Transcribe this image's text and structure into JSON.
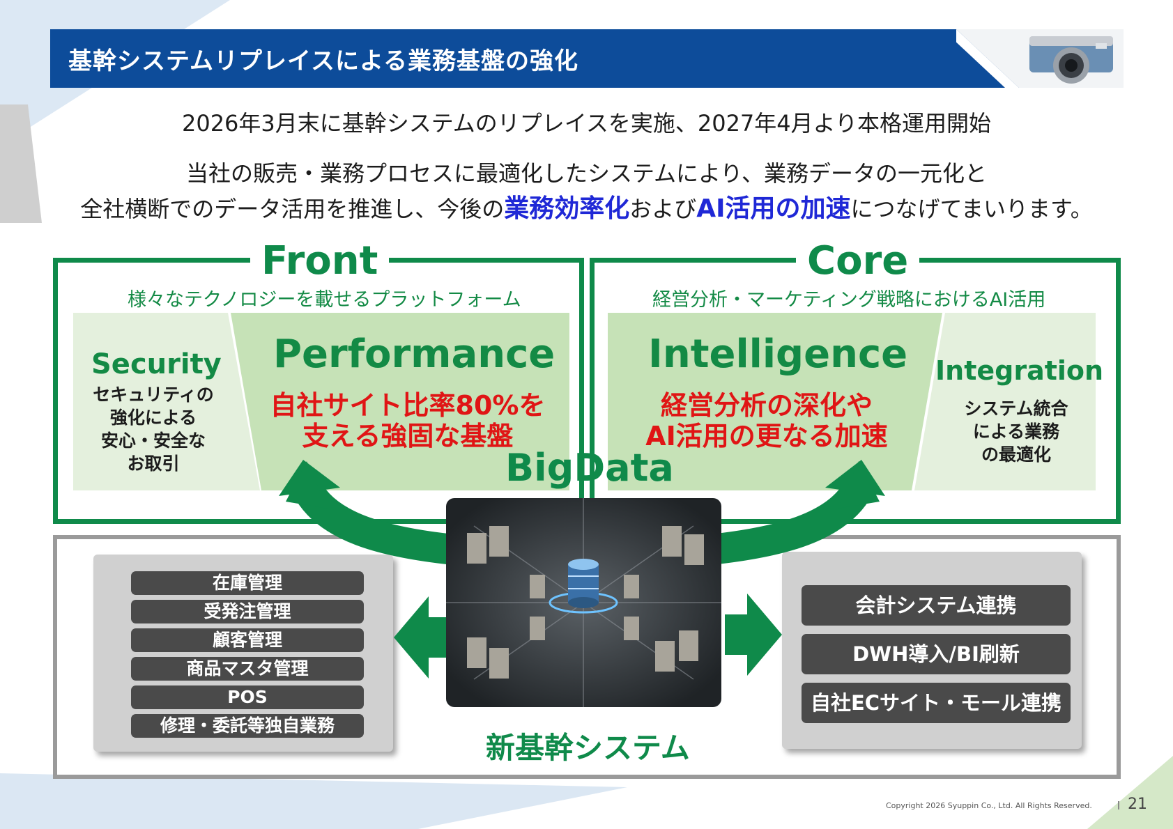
{
  "header": {
    "title": "基幹システムリプレイスによる業務基盤の強化"
  },
  "intro": {
    "line1": "2026年3月末に基幹システムのリプレイスを実施、2027年4月より本格運用開始",
    "line2": "当社の販売・業務プロセスに最適化したシステムにより、業務データの一元化と",
    "line3_a": "全社横断でのデータ活用を推進し、今後の",
    "line3_hl1": "業務効率化",
    "line3_b": "および",
    "line3_hl2": "AI活用の加速",
    "line3_c": "につなげてまいります。"
  },
  "front": {
    "title": "Front",
    "subtitle": "様々なテクノロジーを載せるプラットフォーム",
    "security_title": "Security",
    "security_desc": [
      "セキュリティの",
      "強化による",
      "安心・安全な",
      "お取引"
    ],
    "performance_title": "Performance",
    "performance_desc": [
      "自社サイト比率80%を",
      "支える強固な基盤"
    ]
  },
  "core": {
    "title": "Core",
    "subtitle": "経営分析・マーケティング戦略におけるAI活用",
    "intelligence_title": "Intelligence",
    "intelligence_desc": [
      "経営分析の深化や",
      "AI活用の更なる加速"
    ],
    "integration_title": "Integration",
    "integration_desc": [
      "システム統合",
      "による業務",
      "の最適化"
    ]
  },
  "bigdata": "BigData",
  "system_label": "新基幹システム",
  "left_items": [
    "在庫管理",
    "受発注管理",
    "顧客管理",
    "商品マスタ管理",
    "POS",
    "修理・委託等独自業務"
  ],
  "right_items": [
    "会計システム連携",
    "DWH導入/BI刷新",
    "自社ECサイト・モール連携"
  ],
  "footer": {
    "copyright": "Copyright 2026 Syuppin Co., Ltd. All Rights Reserved.",
    "page": "21"
  },
  "colors": {
    "header_blue": "#0d4c9a",
    "green": "#0f8a4a",
    "red": "#e01515",
    "highlight_blue": "#1f28d6"
  }
}
